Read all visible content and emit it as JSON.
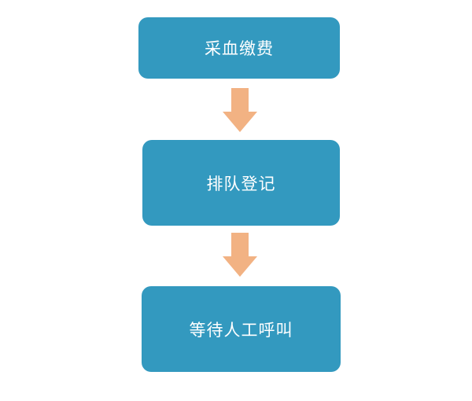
{
  "colors": {
    "box_fill": "#3399bf",
    "box_text": "#ffffff",
    "arrow_fill": "#f2b283",
    "background": "#ffffff"
  },
  "steps": [
    {
      "label": "采血缴费"
    },
    {
      "label": "排队登记"
    },
    {
      "label": "等待人工呼叫"
    }
  ],
  "connectors": [
    {
      "icon": "arrow-down-icon"
    },
    {
      "icon": "arrow-down-icon"
    }
  ]
}
